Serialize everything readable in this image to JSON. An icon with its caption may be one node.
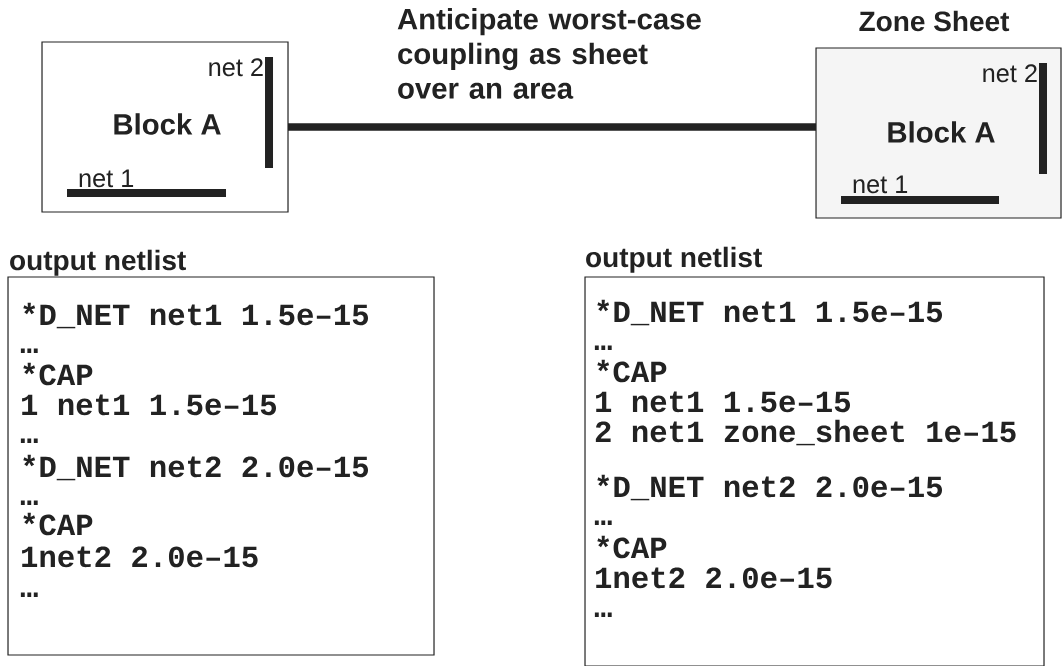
{
  "diagram": {
    "nodes": [
      {
        "text": [
          "net 2",
          "Block A",
          "net 1"
        ]
      },
      {
        "text": [
          "Zone Sheet",
          "net 2",
          "Block A",
          "net 1"
        ]
      },
      {
        "text": [
          "output netlist",
          "*D_NET net1 1.5e–15",
          "…",
          "*CAP",
          "1 net1 1.5e–15",
          "…",
          "*D_NET net2 2.0e–15",
          "…",
          "*CAP",
          "1net2 2.0e–15",
          "…"
        ]
      },
      {
        "text": [
          "output netlist",
          "*D_NET net1 1.5e–15",
          "…",
          "*CAP",
          "1 net1 1.5e–15",
          "2 net1 zone_sheet 1e–15",
          "*D_NET net2 2.0e–15",
          "…",
          "*CAP",
          "1net2 2.0e–15",
          "…"
        ]
      }
    ],
    "edges": [
      {
        "from": 0,
        "to": 1,
        "arrow": "none",
        "label": "Anticipate worst-case coupling as sheet over an area"
      }
    ]
  }
}
